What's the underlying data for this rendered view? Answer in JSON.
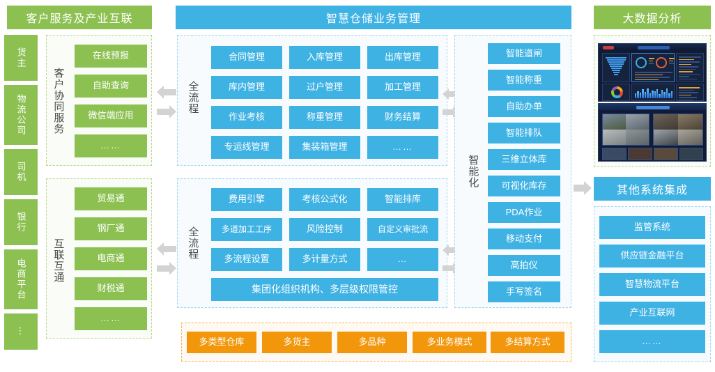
{
  "left": {
    "header": "客户服务及产业互联",
    "actors": [
      {
        "label": "货主"
      },
      {
        "label": "物流公司"
      },
      {
        "label": "司机"
      },
      {
        "label": "银行"
      },
      {
        "label": "电商平台"
      },
      {
        "label": "⋮"
      }
    ],
    "groups": [
      {
        "vertical_label": "客户协同服务",
        "items": [
          "在线预报",
          "自助查询",
          "微信端应用",
          "……"
        ]
      },
      {
        "vertical_label": "互联互通",
        "items": [
          "贸易通",
          "钢厂通",
          "电商通",
          "财税通",
          "……"
        ]
      }
    ]
  },
  "center": {
    "header": "智慧仓储业务管理",
    "group_top": {
      "vertical_label": "全流程",
      "rows": [
        [
          "合同管理",
          "入库管理",
          "出库管理"
        ],
        [
          "库内管理",
          "过户管理",
          "加工管理"
        ],
        [
          "作业考核",
          "称重管理",
          "财务结算"
        ],
        [
          "专运线管理",
          "集装箱管理",
          "……"
        ]
      ]
    },
    "group_bottom": {
      "vertical_label": "全流程",
      "rows": [
        [
          "费用引擎",
          "考核公式化",
          "智能排库"
        ],
        [
          "多道加工工序",
          "风险控制",
          "自定义审批流"
        ],
        [
          "多流程设置",
          "多计量方式",
          "…"
        ]
      ],
      "wide_item": "集团化组织机构、多层级权限管控"
    },
    "intelligent": {
      "vertical_label": "智能化",
      "items": [
        "智能道闸",
        "智能称重",
        "自助办单",
        "智能排队",
        "三维立体库",
        "可视化库存",
        "PDA作业",
        "移动支付",
        "高拍仪",
        "手写签名"
      ]
    },
    "multi_bar": [
      "多类型仓库",
      "多货主",
      "多品种",
      "多业务模式",
      "多结算方式"
    ]
  },
  "right": {
    "header": "大数据分析",
    "dashboards": [
      "bi-dashboard-image",
      "video-surveillance-image"
    ],
    "other_header": "其他系统集成",
    "other_items": [
      "监管系统",
      "供应链金融平台",
      "智慧物流平台",
      "产业互联网",
      "……"
    ]
  },
  "colors": {
    "green": "#8cc152",
    "blue": "#3fb2e4",
    "orange": "#f2970c",
    "arrow_gray": "#d3d3d3"
  },
  "icons": {
    "arrow_left": "arrow-left-icon",
    "arrow_right": "arrow-right-icon"
  }
}
